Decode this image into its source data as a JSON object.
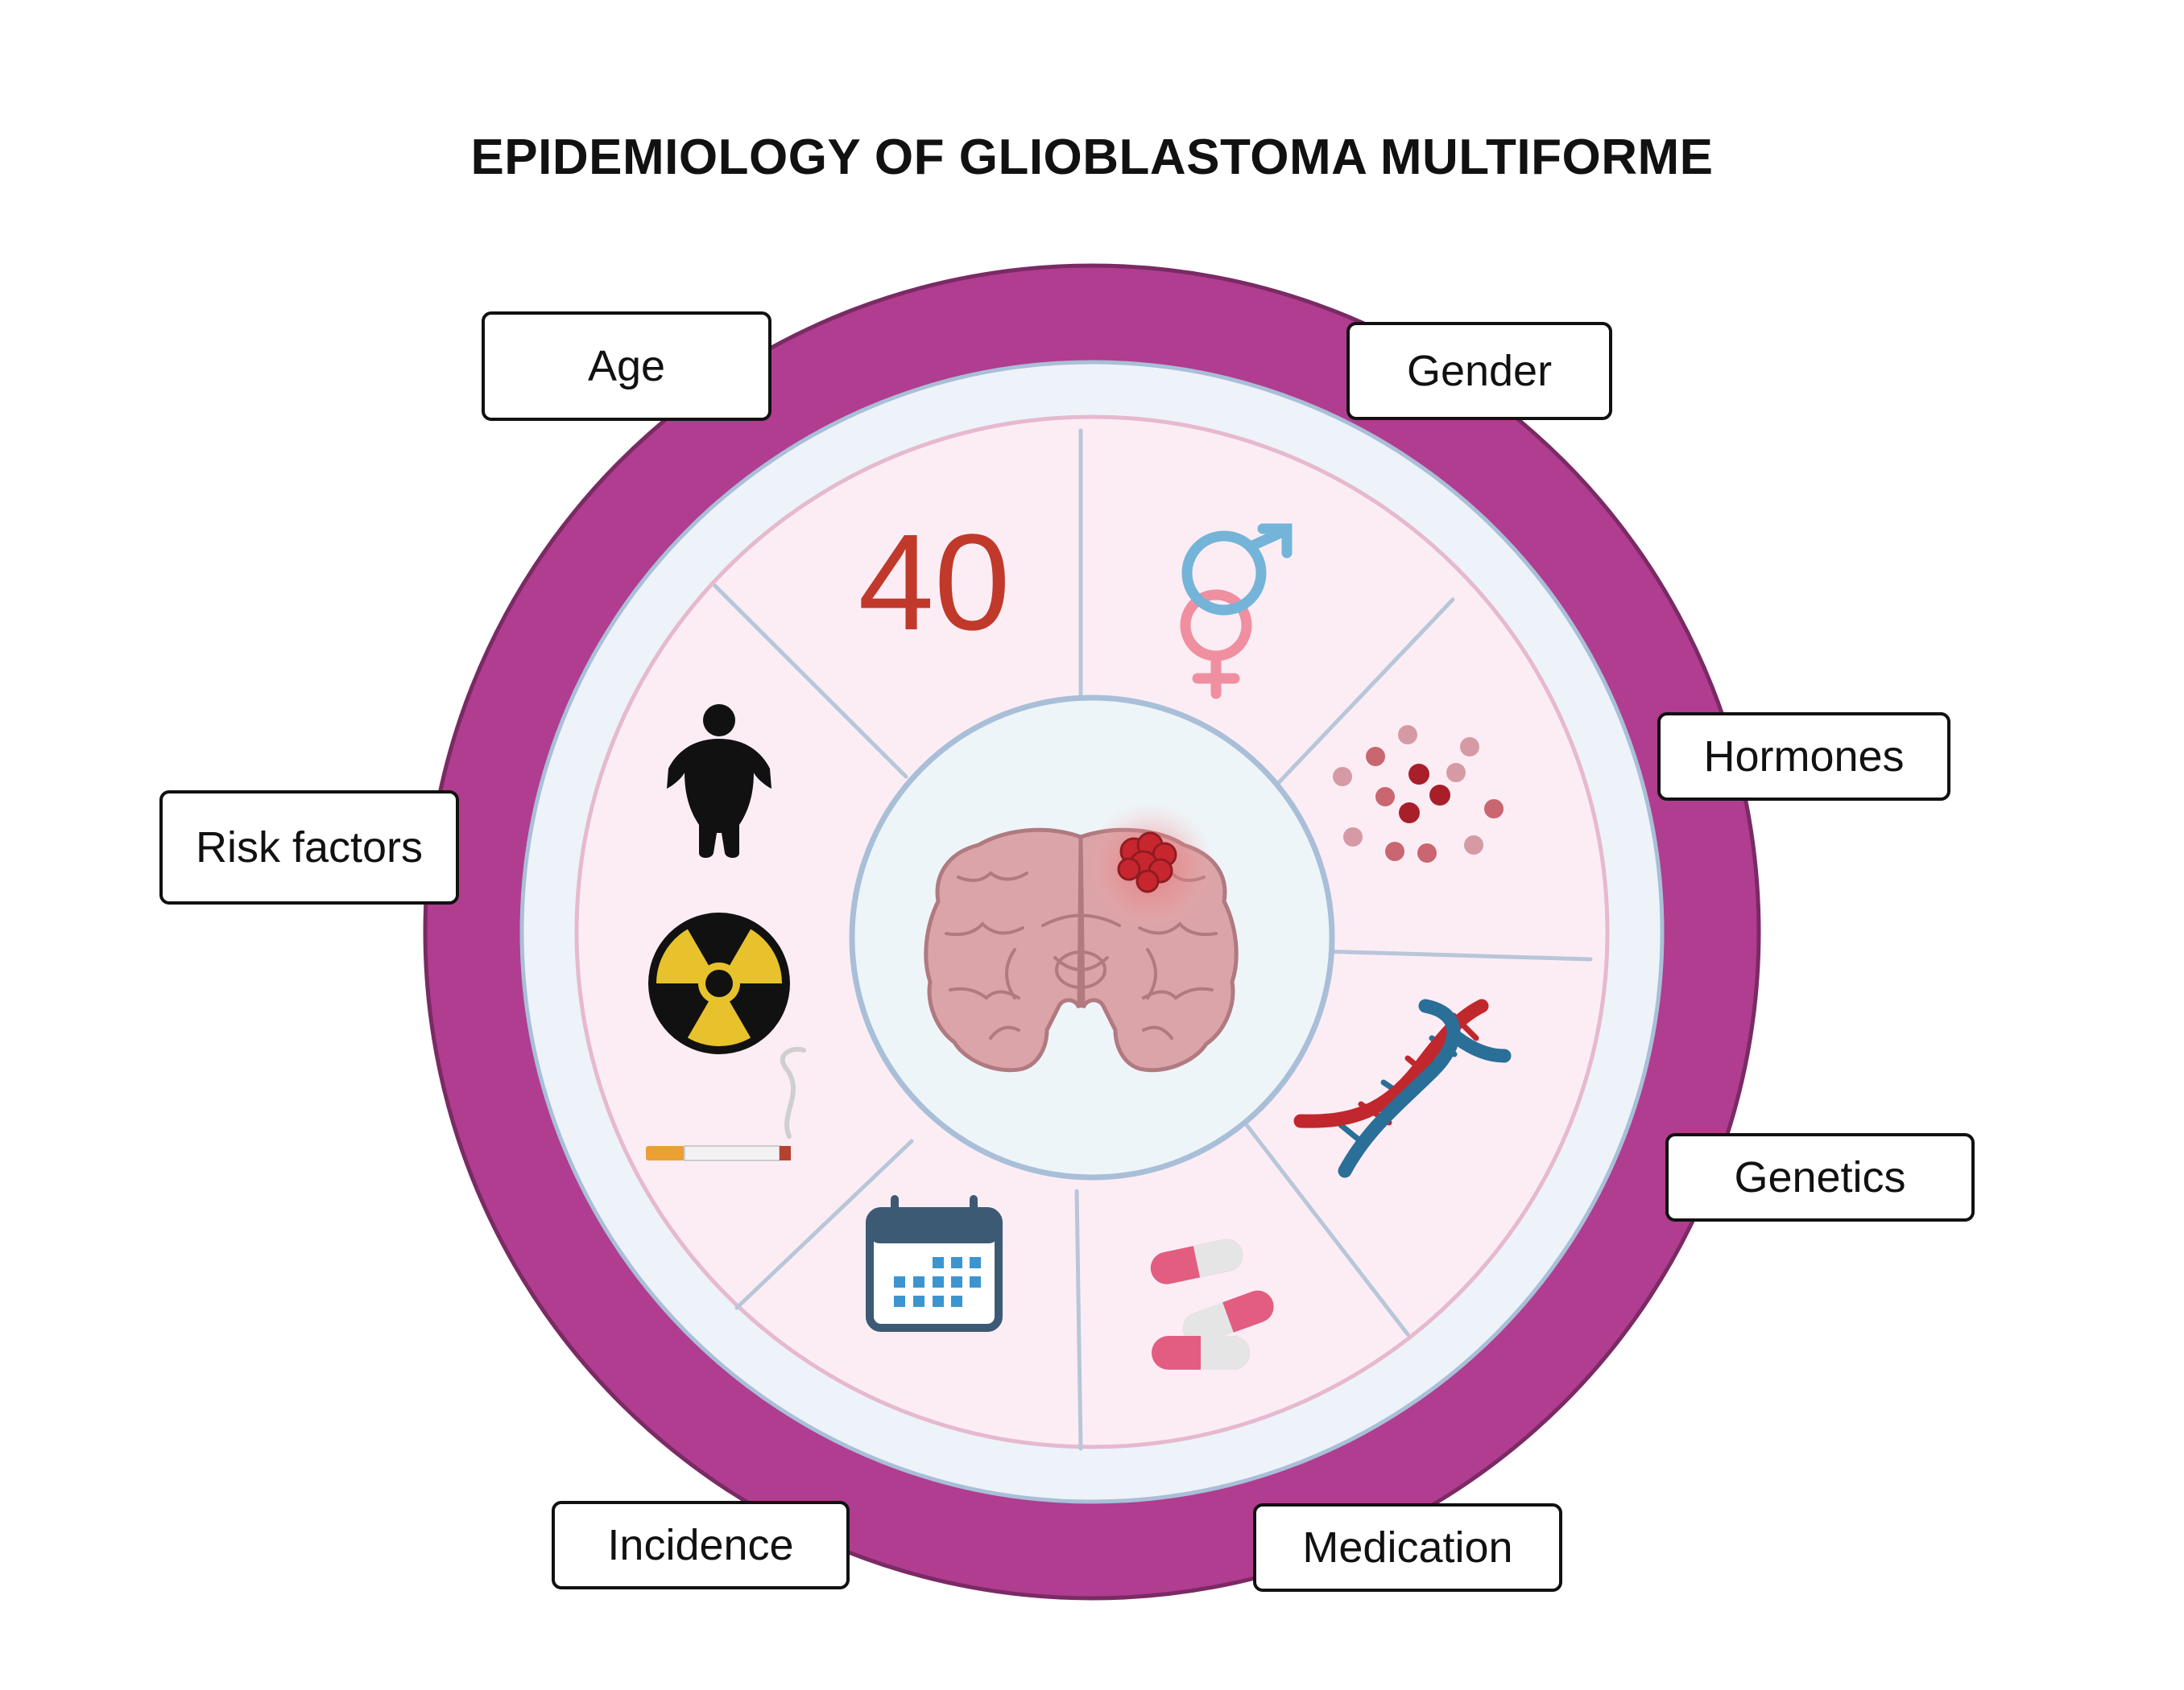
{
  "title": "EPIDEMIOLOGY OF GLIOBLASTOMA MULTIFORME",
  "segments": {
    "age": "Age",
    "gender": "Gender",
    "hormones": "Hormones",
    "genetics": "Genetics",
    "medication": "Medication",
    "incidence": "Incidence",
    "risk_factors": "Risk factors"
  },
  "age_value": "40",
  "colors": {
    "outer_ring": "#b03d8f",
    "outer_ring_stroke": "#7a2a64",
    "inner_ring": "#edf3f9",
    "segment_fill": "#fcedf5",
    "accent_red": "#c0392b",
    "male_blue": "#74b4d8",
    "female_pink": "#ef8fa0",
    "dna_blue": "#2a6f97",
    "dna_red": "#c0282d",
    "calendar_navy": "#3d5a75",
    "pill_pink": "#e35d81",
    "radiation_yellow": "#e7c22c"
  },
  "icons": {
    "center": "brain-tumor-icon",
    "age": "number-40-icon",
    "gender": "gender-symbols-icon",
    "hormones": "hormone-dots-icon",
    "genetics": "dna-icon",
    "medication": "pills-icon",
    "incidence": "calendar-icon",
    "risk_factors": [
      "obesity-icon",
      "radiation-icon",
      "cigarette-icon"
    ]
  }
}
